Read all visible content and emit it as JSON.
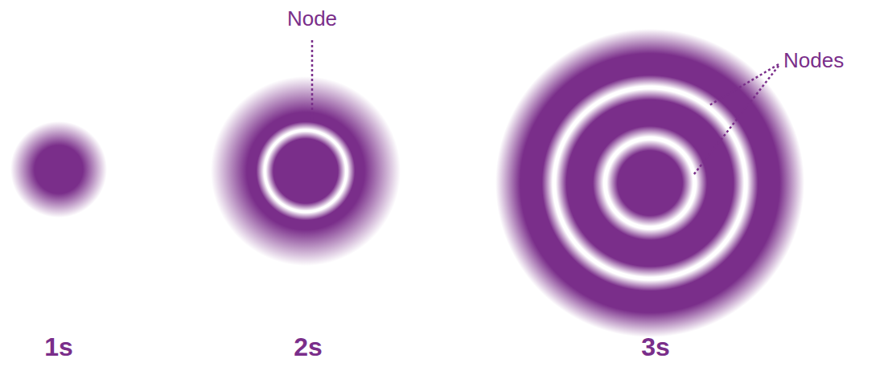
{
  "diagram": {
    "labels": [
      "Node",
      "Nodes",
      "1s",
      "2s",
      "3s"
    ]
  }
}
